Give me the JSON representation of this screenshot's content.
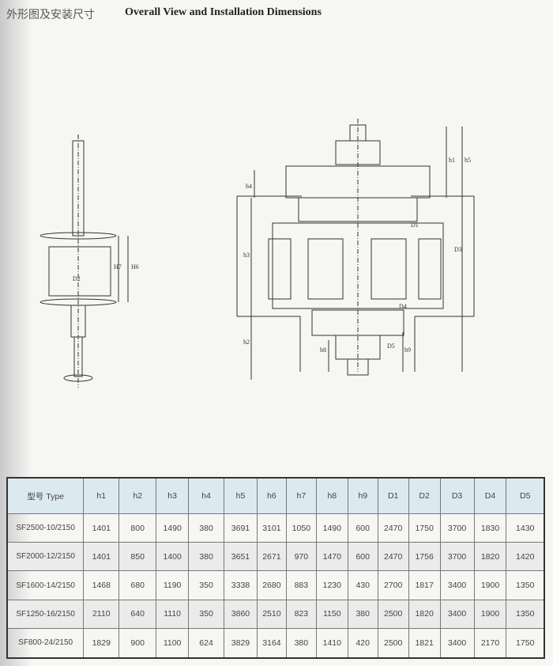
{
  "title": {
    "cn": "外形图及安装尺寸",
    "en": "Overall View and Installation Dimensions"
  },
  "drawing_labels": {
    "left": [
      "D2",
      "H7",
      "H6"
    ],
    "right": [
      "h1",
      "h5",
      "h4",
      "h3",
      "D1",
      "D3",
      "D4",
      "D5",
      "h2",
      "h8",
      "h9"
    ]
  },
  "table": {
    "headers": [
      "型号 Type",
      "h1",
      "h2",
      "h3",
      "h4",
      "h5",
      "h6",
      "h7",
      "h8",
      "h9",
      "D1",
      "D2",
      "D3",
      "D4",
      "D5"
    ],
    "rows": [
      [
        "SF2500-10/2150",
        "1401",
        "800",
        "1490",
        "380",
        "3691",
        "3101",
        "1050",
        "1490",
        "600",
        "2470",
        "1750",
        "3700",
        "1830",
        "1430"
      ],
      [
        "SF2000-12/2150",
        "1401",
        "850",
        "1400",
        "380",
        "3651",
        "2671",
        "970",
        "1470",
        "600",
        "2470",
        "1756",
        "3700",
        "1820",
        "1420"
      ],
      [
        "SF1600-14/2150",
        "1468",
        "680",
        "1190",
        "350",
        "3338",
        "2680",
        "883",
        "1230",
        "430",
        "2700",
        "1817",
        "3400",
        "1900",
        "1350"
      ],
      [
        "SF1250-16/2150",
        "2110",
        "640",
        "1110",
        "350",
        "3860",
        "2510",
        "823",
        "1150",
        "380",
        "2500",
        "1820",
        "3400",
        "1900",
        "1350"
      ],
      [
        "SF800-24/2150",
        "1829",
        "900",
        "1100",
        "624",
        "3829",
        "3164",
        "380",
        "1410",
        "420",
        "2500",
        "1821",
        "3400",
        "2170",
        "1750"
      ]
    ]
  }
}
